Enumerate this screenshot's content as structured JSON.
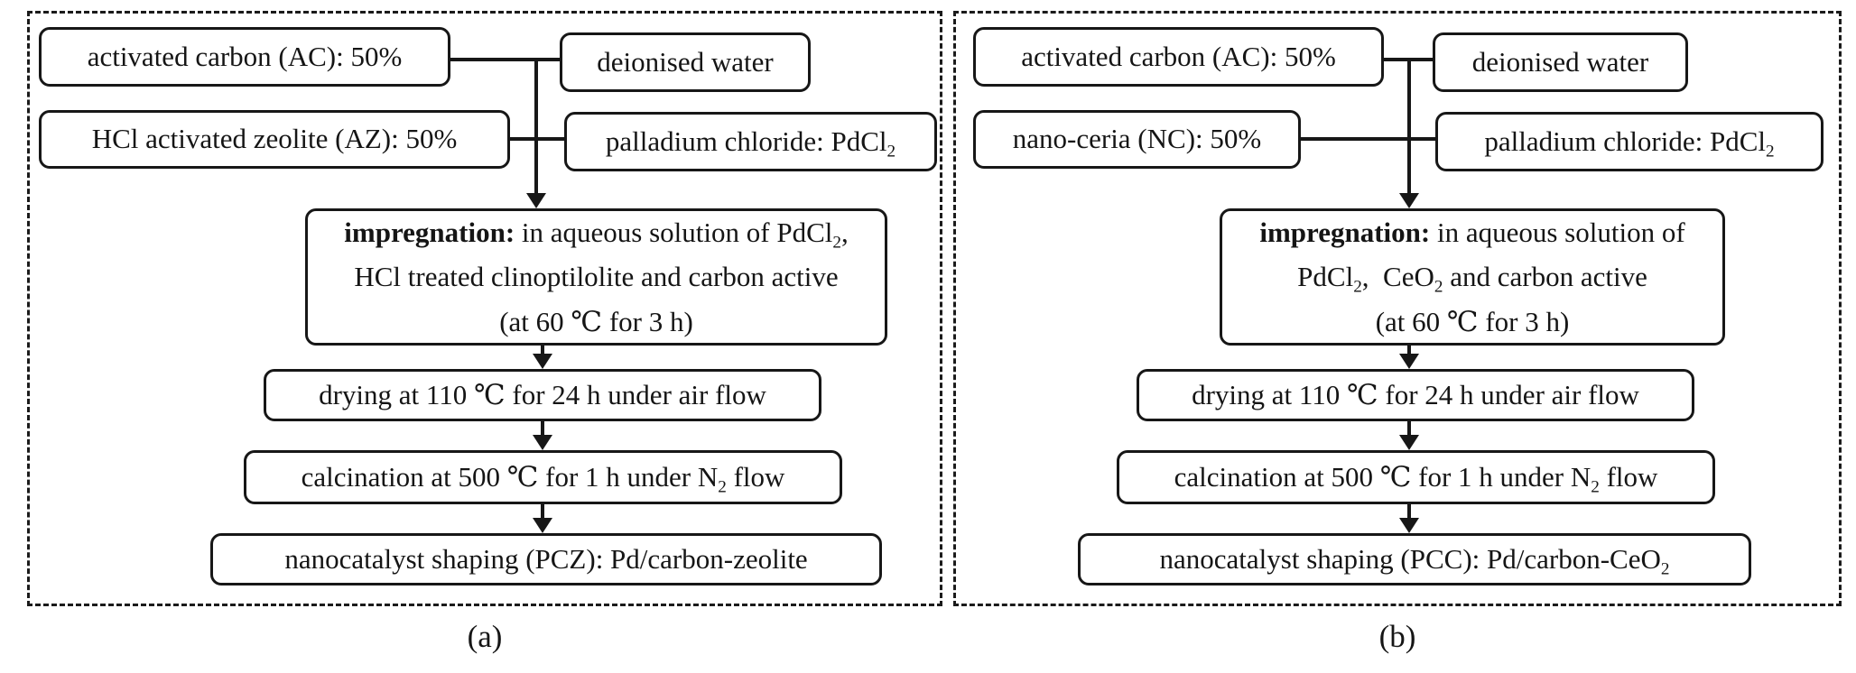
{
  "figure": {
    "type": "process-flowchart",
    "ink_color": "#171717",
    "background_color": "#ffffff"
  },
  "panel_a": {
    "caption": "(a)",
    "box_ac": "activated carbon (AC): 50%",
    "box_water": "deionised water",
    "box_support": "HCl activated zeolite (AZ): 50%",
    "box_pd_pre": "palladium chloride: PdCl",
    "box_pd_sub": "2",
    "imp_bold": "impregnation:",
    "imp_l1": " in aqueous solution of PdCl",
    "imp_l1_sub": "2",
    "imp_l1_tail": ",",
    "imp_l2": "HCl treated clinoptilolite and carbon active",
    "imp_l3": "(at 60 ℃  for 3 h)",
    "box_drying": "drying at 110 ℃  for 24 h under air flow",
    "calc_pre": "calcination at 500 ℃  for 1 h under N",
    "calc_sub": "2",
    "calc_tail": " flow",
    "box_shaping": "nanocatalyst shaping (PCZ): Pd/carbon-zeolite"
  },
  "panel_b": {
    "caption": "(b)",
    "box_ac": "activated carbon (AC): 50%",
    "box_water": "deionised water",
    "box_support": "nano-ceria (NC): 50%",
    "box_pd_pre": "palladium chloride: PdCl",
    "box_pd_sub": "2",
    "imp_bold": "impregnation:",
    "imp_l1": " in aqueous solution of",
    "imp_l2_a": "PdCl",
    "imp_l2_sub1": "2",
    "imp_l2_mid": ",  CeO",
    "imp_l2_sub2": "2",
    "imp_l2_tail": " and carbon active",
    "imp_l3": "(at 60 ℃  for 3 h)",
    "box_drying": "drying at 110 ℃  for 24 h under air flow",
    "calc_pre": "calcination at 500 ℃  for 1 h under N",
    "calc_sub": "2",
    "calc_tail": " flow",
    "shaping_pre": "nanocatalyst shaping (PCC): Pd/carbon-CeO",
    "shaping_sub": "2"
  }
}
